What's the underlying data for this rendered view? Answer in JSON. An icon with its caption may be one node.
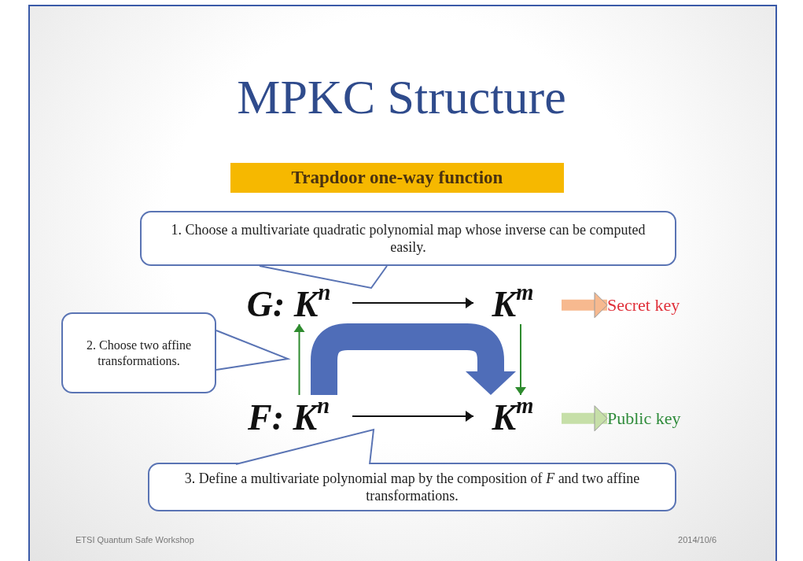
{
  "diagram": {
    "title": "MPKC Structure",
    "nodes": [
      {
        "text": [
          "G: K$^{n}$"
        ]
      },
      {
        "text": [
          "K$^{m}$"
        ]
      },
      {
        "text": [
          "Secret key"
        ]
      },
      {
        "text": [
          "F: K$^{n}$"
        ]
      },
      {
        "text": [
          "K$^{m}$"
        ]
      },
      {
        "text": [
          "Public key"
        ]
      },
      {
        "text": [
          "Trapdoor one-way function"
        ]
      },
      {
        "text": [
          "1. Choose a multivariate quadratic polynomial map whose inverse can be computed easily."
        ]
      },
      {
        "text": [
          "2. Choose two affine transformations."
        ]
      },
      {
        "text": [
          "3. Define a multivariate polynomial map by the composition of *F* and two affine transformations."
        ]
      }
    ],
    "edges": [
      {
        "from": 0,
        "to": 1,
        "arrow": "to"
      },
      {
        "from": 1,
        "to": 2,
        "arrow": "to",
        "style": "thick",
        "color": "#f7b98f"
      },
      {
        "from": 3,
        "to": 0,
        "arrow": "to",
        "color": "#2e8b2e"
      },
      {
        "from": 1,
        "to": 4,
        "arrow": "to",
        "color": "#2e8b2e"
      },
      {
        "from": 3,
        "to": 4,
        "arrow": "to"
      },
      {
        "from": 4,
        "to": 5,
        "arrow": "to",
        "style": "thick",
        "color": "#c6dfa8"
      },
      {
        "from": 3,
        "to": 4,
        "arrow": "to",
        "style": "thick",
        "color": "#4f6db8"
      }
    ],
    "labels": [
      "ETSI Quantum Safe Workshop",
      "2014/10/6"
    ]
  }
}
